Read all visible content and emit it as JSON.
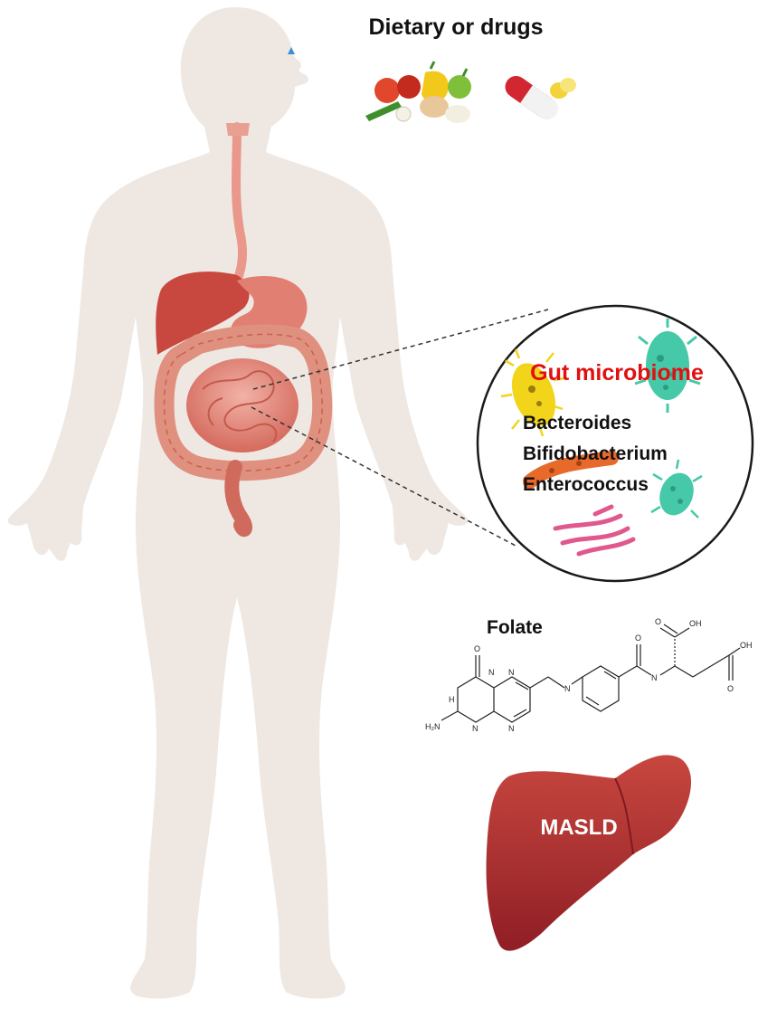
{
  "labels": {
    "intake": "Dietary or drugs",
    "microbiome_title": "Gut microbiome",
    "bacteria": [
      "Bacteroides",
      "Bifidobacterium",
      "Enterococcus"
    ],
    "compound": "Folate",
    "disease": "MASLD"
  },
  "molecule_atoms": {
    "oxo": "O",
    "ring_nh": "H",
    "amino": "H₂N",
    "pteridine_n": [
      "N",
      "N",
      "N",
      "N"
    ],
    "bridge_n": "N",
    "carbonyl_o": "O",
    "amide_n": "N",
    "acid_top": "OH",
    "acid_right": "OH",
    "acid_o1": "O",
    "acid_o2": "O"
  },
  "colors": {
    "body": "#efe8e2",
    "organ": "#e58b7d",
    "organ_dark": "#b9443c",
    "liver": "#c2443d",
    "microbe_teal": "#40c9a6",
    "microbe_yellow": "#f2d41a",
    "microbe_orange": "#e86a2b",
    "microbe_pink": "#e0588d",
    "title_red": "#e01010"
  }
}
